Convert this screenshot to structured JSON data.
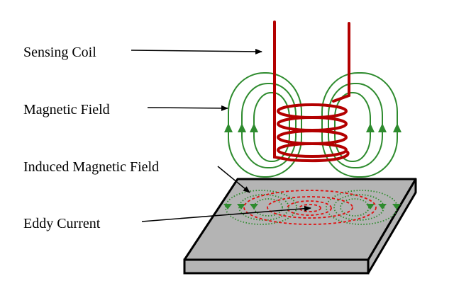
{
  "labels": {
    "sensing_coil": "Sensing Coil",
    "magnetic_field": "Magnetic Field",
    "induced_magnetic_field": "Induced Magnetic Field",
    "eddy_current": "Eddy Current"
  },
  "colors": {
    "coil": "#b30000",
    "magnetic_field": "#2e8b2e",
    "eddy_current": "#e01010",
    "plate": "#b4b4b4"
  }
}
